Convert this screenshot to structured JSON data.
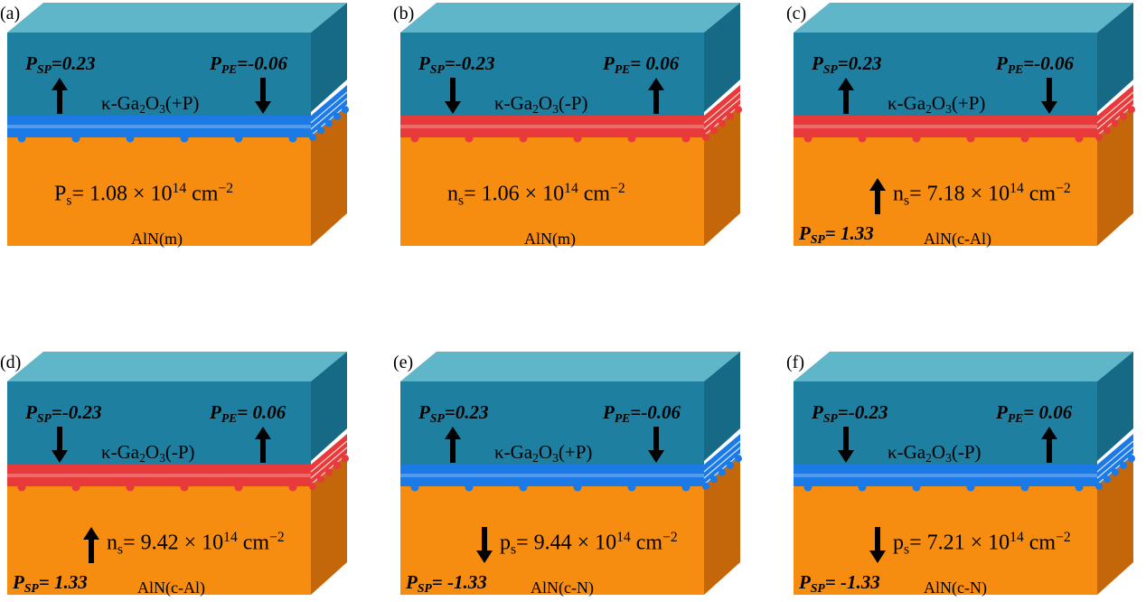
{
  "colors": {
    "film_front": "#1e7fa0",
    "film_top": "#5eb6c8",
    "film_side": "#176a85",
    "substrate_front": "#f68c10",
    "substrate_side": "#c4660a",
    "blue_layer": "#1b7ae6",
    "red_layer": "#e83a3a",
    "arrow": "#000000"
  },
  "panels": [
    {
      "label": "(a)",
      "layer": "blue",
      "psp_prefix": "P",
      "psp_sub": "SP",
      "psp_value": "=0.23",
      "psp_arrow": "up",
      "ppe_prefix": "P",
      "ppe_sub": "PE",
      "ppe_value": "=-0.06",
      "ppe_arrow": "down",
      "film_prefix": "κ-Ga",
      "film_sub1": "2",
      "film_mid": "O",
      "film_sub2": "3",
      "film_suffix": "(+P)",
      "charge_symbol": "P",
      "charge_sub": "s",
      "charge_value": "= 1.08 × 10",
      "charge_exp": "14",
      "charge_unit": " cm",
      "charge_unit_exp": "−2",
      "charge_arrow": "none",
      "sub_psp_prefix": "",
      "sub_psp_sub": "",
      "sub_psp_value": "",
      "substrate": "AlN(m)"
    },
    {
      "label": "(b)",
      "layer": "red",
      "psp_prefix": "P",
      "psp_sub": "SP",
      "psp_value": "=-0.23",
      "psp_arrow": "down",
      "ppe_prefix": "P",
      "ppe_sub": "PE",
      "ppe_value": "= 0.06",
      "ppe_arrow": "up",
      "film_prefix": "κ-Ga",
      "film_sub1": "2",
      "film_mid": "O",
      "film_sub2": "3",
      "film_suffix": "(-P)",
      "charge_symbol": "n",
      "charge_sub": "s",
      "charge_value": "= 1.06 × 10",
      "charge_exp": "14",
      "charge_unit": " cm",
      "charge_unit_exp": "−2",
      "charge_arrow": "none",
      "sub_psp_prefix": "",
      "sub_psp_sub": "",
      "sub_psp_value": "",
      "substrate": "AlN(m)"
    },
    {
      "label": "(c)",
      "layer": "red",
      "psp_prefix": "P",
      "psp_sub": "SP",
      "psp_value": "=0.23",
      "psp_arrow": "up",
      "ppe_prefix": "P",
      "ppe_sub": "PE",
      "ppe_value": "=-0.06",
      "ppe_arrow": "down",
      "film_prefix": "κ-Ga",
      "film_sub1": "2",
      "film_mid": "O",
      "film_sub2": "3",
      "film_suffix": "(+P)",
      "charge_symbol": "n",
      "charge_sub": "s",
      "charge_value": "= 7.18 × 10",
      "charge_exp": "14",
      "charge_unit": " cm",
      "charge_unit_exp": "−2",
      "charge_arrow": "up",
      "sub_psp_prefix": "P",
      "sub_psp_sub": "SP",
      "sub_psp_value": "= 1.33",
      "substrate": "AlN(c-Al)"
    },
    {
      "label": "(d)",
      "layer": "red",
      "psp_prefix": "P",
      "psp_sub": "SP",
      "psp_value": "=-0.23",
      "psp_arrow": "down",
      "ppe_prefix": "P",
      "ppe_sub": "PE",
      "ppe_value": "= 0.06",
      "ppe_arrow": "up",
      "film_prefix": "κ-Ga",
      "film_sub1": "2",
      "film_mid": "O",
      "film_sub2": "3",
      "film_suffix": "(-P)",
      "charge_symbol": "n",
      "charge_sub": "s",
      "charge_value": "= 9.42 × 10",
      "charge_exp": "14",
      "charge_unit": " cm",
      "charge_unit_exp": "−2",
      "charge_arrow": "up",
      "sub_psp_prefix": "P",
      "sub_psp_sub": "SP",
      "sub_psp_value": "= 1.33",
      "substrate": "AlN(c-Al)"
    },
    {
      "label": "(e)",
      "layer": "blue",
      "psp_prefix": "P",
      "psp_sub": "SP",
      "psp_value": "=0.23",
      "psp_arrow": "up",
      "ppe_prefix": "P",
      "ppe_sub": "PE",
      "ppe_value": "=-0.06",
      "ppe_arrow": "down",
      "film_prefix": "κ-Ga",
      "film_sub1": "2",
      "film_mid": "O",
      "film_sub2": "3",
      "film_suffix": "(+P)",
      "charge_symbol": "p",
      "charge_sub": "s",
      "charge_value": "= 9.44 × 10",
      "charge_exp": "14",
      "charge_unit": " cm",
      "charge_unit_exp": "−2",
      "charge_arrow": "down",
      "sub_psp_prefix": "P",
      "sub_psp_sub": "SP",
      "sub_psp_value": "= -1.33",
      "substrate": "AlN(c-N)"
    },
    {
      "label": "(f)",
      "layer": "blue",
      "psp_prefix": "P",
      "psp_sub": "SP",
      "psp_value": "=-0.23",
      "psp_arrow": "down",
      "ppe_prefix": "P",
      "ppe_sub": "PE",
      "ppe_value": "= 0.06",
      "ppe_arrow": "up",
      "film_prefix": "κ-Ga",
      "film_sub1": "2",
      "film_mid": "O",
      "film_sub2": "3",
      "film_suffix": "(-P)",
      "charge_symbol": "p",
      "charge_sub": "s",
      "charge_value": "= 7.21 × 10",
      "charge_exp": "14",
      "charge_unit": " cm",
      "charge_unit_exp": "−2",
      "charge_arrow": "down",
      "sub_psp_prefix": "P",
      "sub_psp_sub": "SP",
      "sub_psp_value": "= -1.33",
      "substrate": "AlN(c-N)"
    }
  ]
}
